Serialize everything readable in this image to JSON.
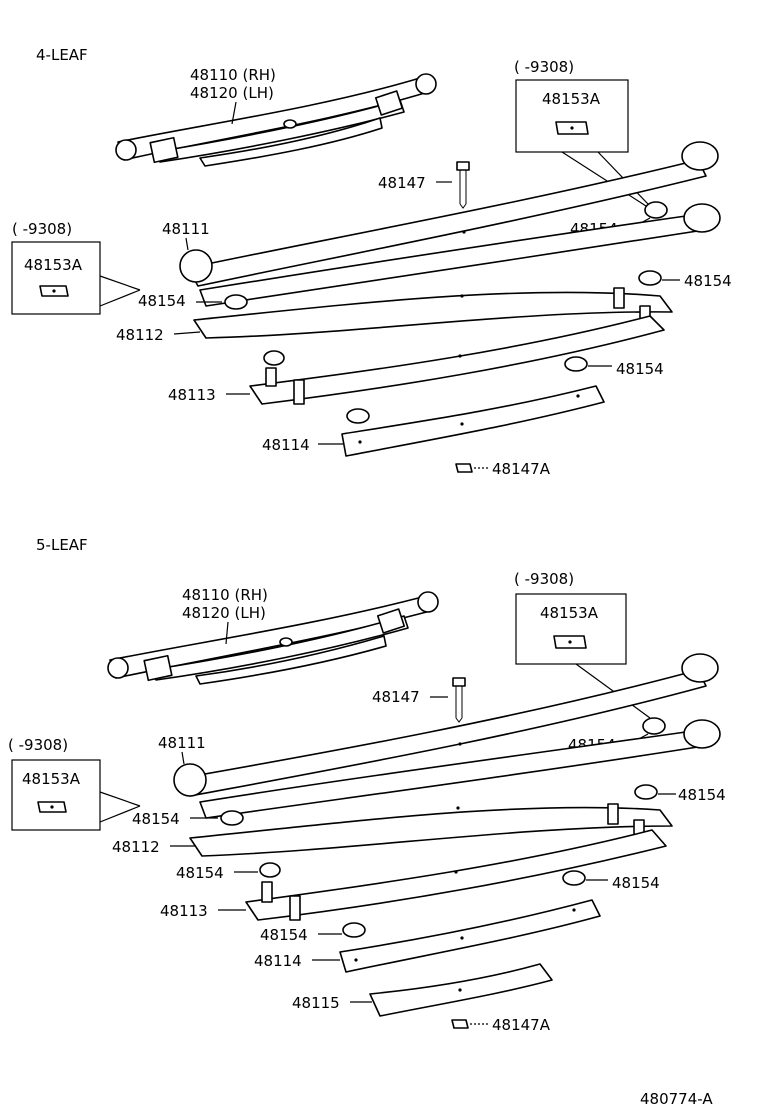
{
  "diagram_id": "480774-A",
  "sections": [
    {
      "title": "4-LEAF",
      "assembly_rh": "48110 (RH)",
      "assembly_lh": "48120 (LH)",
      "bolt": "48147",
      "nut": "48147A",
      "leaf_1": "48111",
      "leaf_2": "48112",
      "leaf_3": "48113",
      "leaf_4": "48114",
      "insert": "48154",
      "clip_right": "48153A",
      "clip_left": "48153A",
      "date_right": "(      -9308)",
      "date_left": "(      -9308)"
    },
    {
      "title": "5-LEAF",
      "assembly_rh": "48110 (RH)",
      "assembly_lh": "48120 (LH)",
      "bolt": "48147",
      "nut": "48147A",
      "leaf_1": "48111",
      "leaf_2": "48112",
      "leaf_3": "48113",
      "leaf_4": "48114",
      "leaf_5": "48115",
      "insert": "48154",
      "clip_right": "48153A",
      "clip_left": "48153A",
      "date_right": "(      -9308)",
      "date_left": "(      -9308)"
    }
  ]
}
